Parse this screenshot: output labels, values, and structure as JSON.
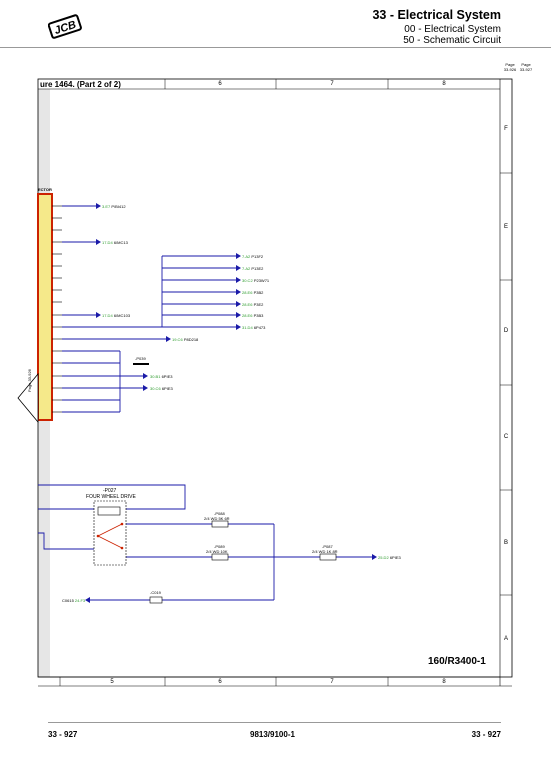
{
  "header": {
    "logo_text": "JCB",
    "section": "33 - Electrical System",
    "sub1": "00 - Electrical System",
    "sub2": "50 - Schematic Circuit"
  },
  "page_links": [
    {
      "label": "Page",
      "num": "33-926"
    },
    {
      "label": "Page",
      "num": "33-927"
    }
  ],
  "diagram": {
    "title": "ure 1464. (Part 2 of 2)",
    "connector_label": "ECTOR",
    "page_tab": "Page 33-926",
    "col_labels": [
      "6",
      "7",
      "8"
    ],
    "bottom_col_labels": [
      "5",
      "6",
      "7",
      "8"
    ],
    "row_labels": [
      "F",
      "E",
      "D",
      "C",
      "B",
      "A"
    ],
    "reference": "160/R3400-1",
    "components": {
      "p027_id": "-P027",
      "p027_name": "FOUR WHEEL DRIVE",
      "p088_id": "-P088",
      "p088_spec": "2/4 WD 5K 6R",
      "p089_id": "-P089",
      "p089_spec": "2/4 WD 10K",
      "p087_id": "-P087",
      "p087_spec": "2/4 WD 1K 8R",
      "p039_id": "-P039",
      "c019_id": "-C019"
    },
    "signal_refs": [
      {
        "ref": "3.E7",
        "tag": "P/BI412"
      },
      {
        "ref": "17.D4",
        "tag": "6/MC13"
      },
      {
        "ref": "7.A2",
        "tag": "P13F2"
      },
      {
        "ref": "7.A2",
        "tag": "P13E2"
      },
      {
        "ref": "30.C2",
        "tag": "P23W71"
      },
      {
        "ref": "28.E6",
        "tag": "P3B2"
      },
      {
        "ref": "28.E6",
        "tag": "P3E2"
      },
      {
        "ref": "28.E6",
        "tag": "P3B3"
      },
      {
        "ref": "31.D4",
        "tag": "6P473"
      },
      {
        "ref": "17.D4",
        "tag": "6/MC103"
      },
      {
        "ref": "19.C6",
        "tag": "P8D218"
      },
      {
        "ref": "30.B1",
        "tag": "6PIE3"
      },
      {
        "ref": "30.C6",
        "tag": "6PIE3"
      },
      {
        "ref": "25.D2",
        "tag": "6PIE3"
      },
      {
        "ref": "24.F3",
        "tag": "C0615"
      }
    ]
  },
  "footer": {
    "left": "33 - 927",
    "center": "9813/9100-1",
    "right": "33 - 927"
  },
  "colors": {
    "wire": "#1a1aa8",
    "connector": "#f5e98a",
    "connector_border": "#cc2200",
    "ref_green": "#2a9a2a",
    "gray_band": "#e6e6e6"
  }
}
